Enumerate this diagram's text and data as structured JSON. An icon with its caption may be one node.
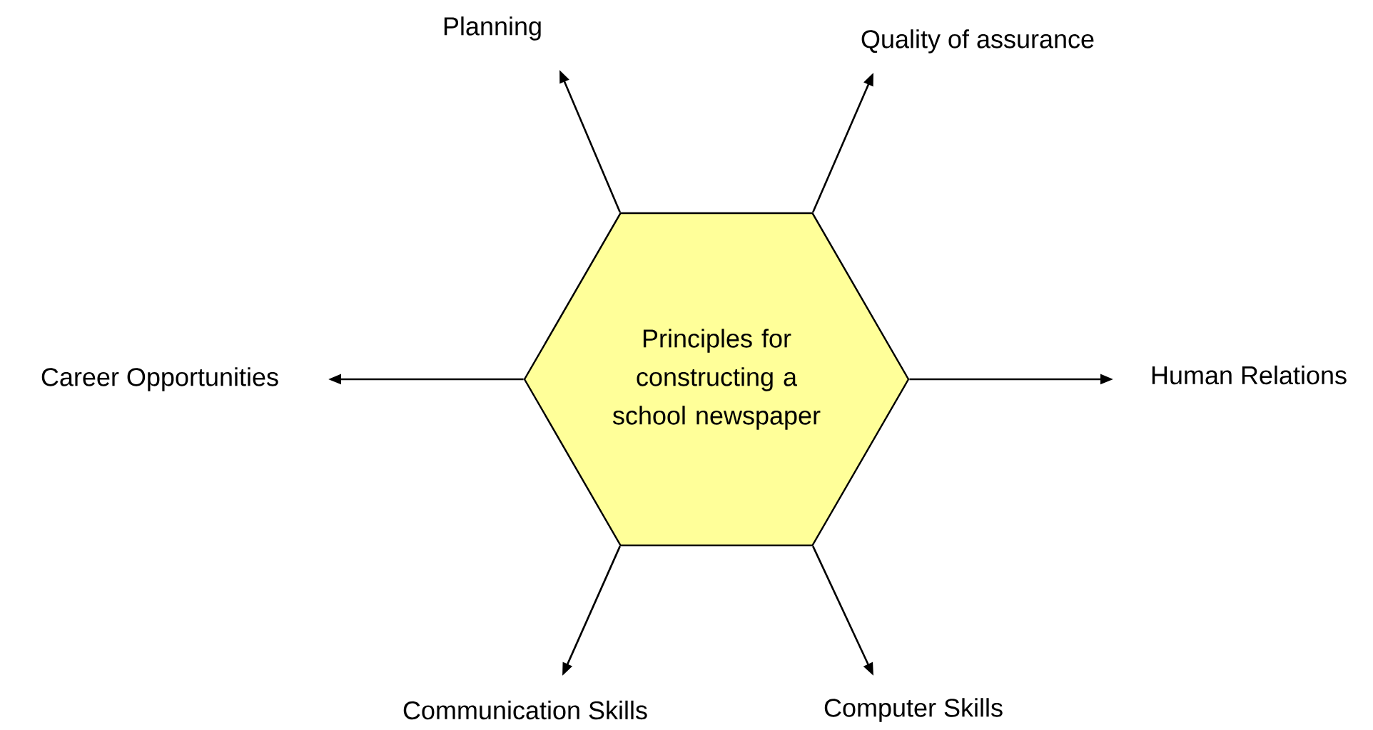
{
  "diagram": {
    "nodes": [
      {
        "text": [
          "Principles for constructing a school newspaper"
        ]
      },
      {
        "text": [
          "Planning"
        ]
      },
      {
        "text": [
          "Quality of assurance"
        ]
      },
      {
        "text": [
          "Career Opportunities"
        ]
      },
      {
        "text": [
          "Human Relations"
        ]
      },
      {
        "text": [
          "Communication Skills"
        ]
      },
      {
        "text": [
          "Computer Skills"
        ]
      }
    ],
    "edges": [
      {
        "from": 0,
        "to": 1,
        "arrow": "to"
      },
      {
        "from": 0,
        "to": 2,
        "arrow": "to"
      },
      {
        "from": 0,
        "to": 3,
        "arrow": "to"
      },
      {
        "from": 0,
        "to": 4,
        "arrow": "to"
      },
      {
        "from": 0,
        "to": 5,
        "arrow": "to"
      },
      {
        "from": 0,
        "to": 6,
        "arrow": "to"
      }
    ]
  }
}
